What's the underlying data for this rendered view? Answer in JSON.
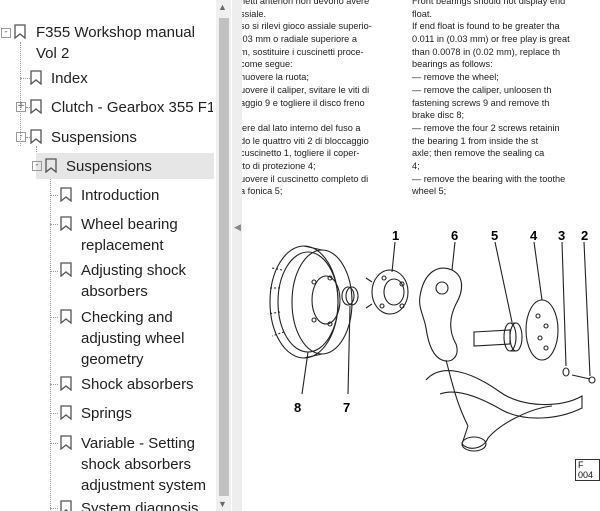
{
  "sidebar": {
    "items": [
      {
        "label": "F355 Workshop manual Vol 2",
        "expander": "-"
      },
      {
        "label": "Index"
      },
      {
        "label": "Clutch - Gearbox 355 F1",
        "expander": "+"
      },
      {
        "label": "Suspensions",
        "expander": "-"
      },
      {
        "label": "Suspensions",
        "expander": "-"
      },
      {
        "label": "Introduction"
      },
      {
        "label": "Wheel bearing replacement"
      },
      {
        "label": "Adjusting shock absorbers"
      },
      {
        "label": "Checking and adjusting wheel geometry"
      },
      {
        "label": "Shock absorbers"
      },
      {
        "label": "Springs"
      },
      {
        "label": "Variable - Setting shock absorbers adjustment system"
      },
      {
        "label": "System diagnosis"
      }
    ],
    "scroll_up": "▲",
    "scroll_down": "▼",
    "collapse_arrow": "◀"
  },
  "document": {
    "italian": [
      "netti anteriori non devono avere",
      "ssiale.",
      "so si rilevi gioco assiale superio-",
      ".03 mm o radiale superiore a",
      "m, sostituire i cuscinetti proce-",
      "come segue:",
      "nuovere la ruota;",
      "uovere il caliper, svitare le viti di",
      "aggio 9 e togliere il disco freno",
      "",
      "iere dal lato interno del fuso a",
      "do le quattro viti 2 di bloccaggio",
      " cuscinetto 1, togliere il coper-",
      "tto di protezione 4;",
      "uovere il cuscinetto completo di",
      "a fonica 5;"
    ],
    "english": [
      "Front bearings should not display end",
      "float.",
      "If end float is found to be greater tha",
      "0.011 in (0.03 mm) or free play is great",
      "than 0.0078 in (0.02 mm), replace th",
      "bearings as follows:",
      "— remove the wheel;",
      "— remove the caliper, unloosen th",
      "   fastening screws 9 and remove th",
      "   brake disc 8;",
      "— remove the four 2 screws retainin",
      "   the bearing 1 from inside the st",
      "   axle; then remove the sealing ca",
      "   4;",
      "— remove the bearing with the toothe",
      "   wheel 5;"
    ],
    "figure_labels": {
      "n1": "1",
      "n6": "6",
      "n5": "5",
      "n4": "4",
      "n3": "3",
      "n2": "2",
      "n8": "8",
      "n7": "7"
    },
    "figure_ref": "F 004"
  }
}
